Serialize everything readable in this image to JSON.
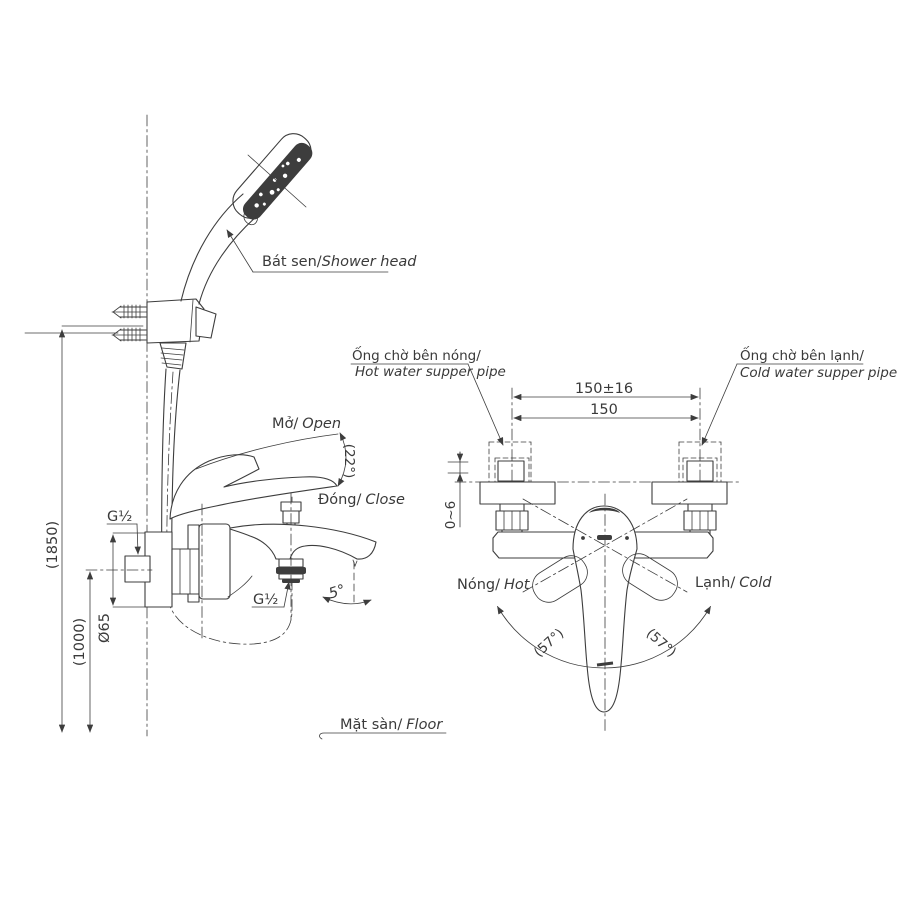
{
  "labels": {
    "shower_head_vi": "Bát sen/",
    "shower_head_en": "Shower head",
    "open_vi": "Mở/",
    "open_en": "Open",
    "close_vi": "Đóng/",
    "close_en": "Close",
    "floor_vi": "Mặt sàn/",
    "floor_en": "Floor",
    "hot_vi": "Nóng/",
    "hot_en": "Hot",
    "cold_vi": "Lạnh/",
    "cold_en": "Cold",
    "hot_pipe_vi": "Ống chờ bên nóng/",
    "hot_pipe_en": "Hot water supper pipe",
    "cold_pipe_vi": "Ống chờ bên lạnh/",
    "cold_pipe_en": "Cold water supper pipe"
  },
  "dimensions": {
    "total_height": "(1850)",
    "outlet_height": "(1000)",
    "flange_diameter": "Ø65",
    "wall_thread": "G½",
    "spout_thread": "G½",
    "pipe_spacing_tolerance": "150±16",
    "pipe_spacing": "150",
    "pipe_protrusion": "0~6",
    "lever_open_angle": "(22°)",
    "spout_tilt_angle": "5°",
    "handle_swing_left": "(57°)",
    "handle_swing_right": "(57°)"
  },
  "colors": {
    "line": "#3d3d3d",
    "background": "#ffffff"
  }
}
